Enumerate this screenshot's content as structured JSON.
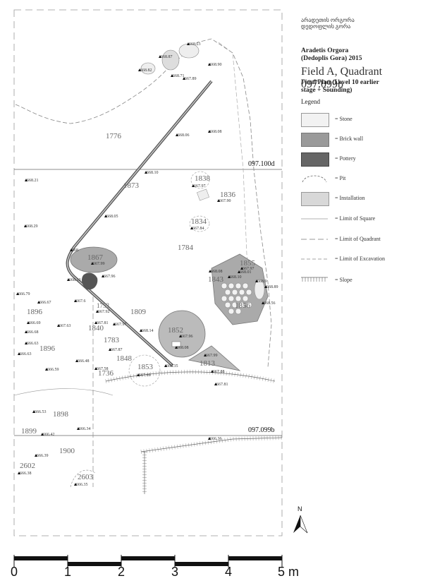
{
  "header": {
    "script_line1": "არადეთის ორგორა",
    "script_line2": "დედოფლის გორა",
    "site": "Aradetis Orgora",
    "site_alt": "(Dedoplis Gora) 2015",
    "field": "Field A, Quadrant 097.099b",
    "plan_title_1": "Final Plan (Level 10 earlier",
    "plan_title_2": "stage + Sounding)"
  },
  "legend": {
    "title": "Legend",
    "items": [
      {
        "key": "stone",
        "label": "= Stone",
        "color": "#f0f0f0"
      },
      {
        "key": "brick",
        "label": "= Brick wall",
        "color": "#9a9a9a"
      },
      {
        "key": "pottery",
        "label": "= Pottery",
        "color": "#666666"
      },
      {
        "key": "pit",
        "label": "= Pit",
        "color": "#ffffff"
      },
      {
        "key": "installation",
        "label": "= Installation",
        "color": "#d8d8d8"
      },
      {
        "key": "limit_square",
        "label": "= Limit of Square",
        "color": "#999999"
      },
      {
        "key": "limit_quadrant",
        "label": "= Limit of Quadrant",
        "color": "#777777"
      },
      {
        "key": "limit_excavation",
        "label": "= Limit of Excavation",
        "color": "#888888"
      },
      {
        "key": "slope",
        "label": "= Slope",
        "color": "#666666"
      }
    ]
  },
  "grid_labels": {
    "upper": "097.100d",
    "lower": "097.099b"
  },
  "north": "N",
  "scale": {
    "labels": [
      "0",
      "1",
      "2",
      "3",
      "4",
      "5 m"
    ]
  },
  "contexts": [
    {
      "id": "c1776",
      "text": "1776"
    },
    {
      "id": "c1873",
      "text": "1873"
    },
    {
      "id": "c1838",
      "text": "1838"
    },
    {
      "id": "c1836",
      "text": "1836"
    },
    {
      "id": "c1834",
      "text": "1834"
    },
    {
      "id": "c1784",
      "text": "1784"
    },
    {
      "id": "c1867",
      "text": "1867"
    },
    {
      "id": "c1855",
      "text": "1855"
    },
    {
      "id": "c1843",
      "text": "1843"
    },
    {
      "id": "c1856",
      "text": "1856"
    },
    {
      "id": "c1896a",
      "text": "1896"
    },
    {
      "id": "c1809",
      "text": "1809"
    },
    {
      "id": "c1840",
      "text": "1840"
    },
    {
      "id": "c1852",
      "text": "1852"
    },
    {
      "id": "c1783",
      "text": "1783"
    },
    {
      "id": "c1896b",
      "text": "1896"
    },
    {
      "id": "c1848",
      "text": "1848"
    },
    {
      "id": "c1853",
      "text": "1853"
    },
    {
      "id": "c1813",
      "text": "1813"
    },
    {
      "id": "c1736",
      "text": "1736"
    },
    {
      "id": "c1898",
      "text": "1898"
    },
    {
      "id": "c1899",
      "text": "1899"
    },
    {
      "id": "c1900",
      "text": "1900"
    },
    {
      "id": "c2602",
      "text": "2602"
    },
    {
      "id": "c2603",
      "text": "2603"
    },
    {
      "id": "c1753",
      "text": "1753"
    }
  ],
  "elevations": [
    {
      "id": "e1",
      "text": "668.23"
    },
    {
      "id": "e2",
      "text": "668.87"
    },
    {
      "id": "e3",
      "text": "668.82"
    },
    {
      "id": "e4",
      "text": "668.71"
    },
    {
      "id": "e5",
      "text": "667.89"
    },
    {
      "id": "e6",
      "text": "668.90"
    },
    {
      "id": "e7",
      "text": "668.06"
    },
    {
      "id": "e8",
      "text": "668.08"
    },
    {
      "id": "e9",
      "text": "668.10"
    },
    {
      "id": "e10",
      "text": "668.21"
    },
    {
      "id": "e11",
      "text": "667.97"
    },
    {
      "id": "e12",
      "text": "667.90"
    },
    {
      "id": "e13",
      "text": "668.05"
    },
    {
      "id": "e14",
      "text": "667.84"
    },
    {
      "id": "e15",
      "text": "668.29"
    },
    {
      "id": "e16",
      "text": "668"
    },
    {
      "id": "e17",
      "text": "667.99"
    },
    {
      "id": "e18",
      "text": "667.96"
    },
    {
      "id": "e19",
      "text": "668.08"
    },
    {
      "id": "e20",
      "text": "668.10"
    },
    {
      "id": "e21",
      "text": "667.97"
    },
    {
      "id": "e22",
      "text": "668.01"
    },
    {
      "id": "e23",
      "text": "668.13"
    },
    {
      "id": "e24",
      "text": "668.9"
    },
    {
      "id": "e25",
      "text": "668.89"
    },
    {
      "id": "e26",
      "text": "666.79"
    },
    {
      "id": "e27",
      "text": "667.6"
    },
    {
      "id": "e28",
      "text": "666.67"
    },
    {
      "id": "e29",
      "text": "667.92"
    },
    {
      "id": "e30",
      "text": "666.69"
    },
    {
      "id": "e31",
      "text": "667.63"
    },
    {
      "id": "e32",
      "text": "667.81"
    },
    {
      "id": "e33",
      "text": "667.97"
    },
    {
      "id": "e34",
      "text": "668.14"
    },
    {
      "id": "e35",
      "text": "666.68"
    },
    {
      "id": "e36",
      "text": "666.63"
    },
    {
      "id": "e37",
      "text": "667.96"
    },
    {
      "id": "e38",
      "text": "668.56"
    },
    {
      "id": "e39",
      "text": "666.63"
    },
    {
      "id": "e40",
      "text": "667.87"
    },
    {
      "id": "e41",
      "text": "668.08"
    },
    {
      "id": "e42",
      "text": "667.99"
    },
    {
      "id": "e43",
      "text": "666.48"
    },
    {
      "id": "e44",
      "text": "668.35"
    },
    {
      "id": "e45",
      "text": "667.88"
    },
    {
      "id": "e46",
      "text": "666.59"
    },
    {
      "id": "e47",
      "text": "667.58"
    },
    {
      "id": "e48",
      "text": "667.69"
    },
    {
      "id": "e49",
      "text": "667.81"
    },
    {
      "id": "e50",
      "text": "666.53"
    },
    {
      "id": "e51",
      "text": "666.34"
    },
    {
      "id": "e52",
      "text": "666.42"
    },
    {
      "id": "e53",
      "text": "666.36"
    },
    {
      "id": "e54",
      "text": "666.39"
    },
    {
      "id": "e55",
      "text": "666.38"
    },
    {
      "id": "e56",
      "text": "666.35"
    }
  ]
}
